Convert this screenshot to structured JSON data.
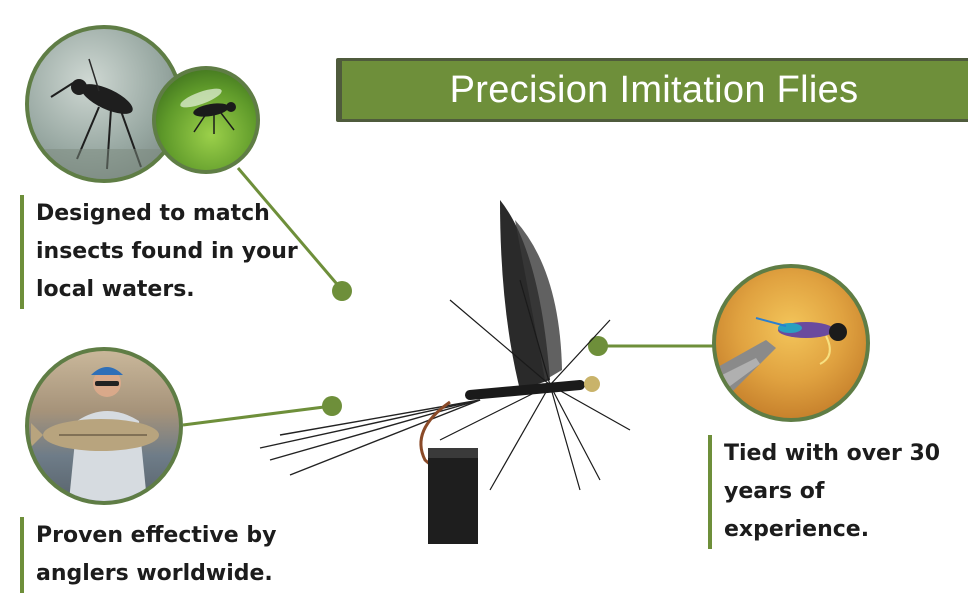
{
  "banner": {
    "title": "Precision Imitation Flies"
  },
  "callouts": [
    {
      "text_line1": "Designed to match",
      "text_line2": "insects found in your",
      "text_line3": "local waters."
    },
    {
      "text_line1": "Proven effective by",
      "text_line2": "anglers worldwide."
    },
    {
      "text_line1": "Tied with over 30",
      "text_line2": "years of experience."
    }
  ],
  "colors": {
    "accent_green": "#6e8f3a",
    "banner_border": "#4f5b3c",
    "text": "#1c1c1c"
  },
  "images": [
    {
      "name": "mosquito-photo"
    },
    {
      "name": "insect-on-leaf-photo"
    },
    {
      "name": "angler-with-fish-photo"
    },
    {
      "name": "nymph-fly-in-vise-photo"
    },
    {
      "name": "black-dry-fly-photo"
    }
  ]
}
